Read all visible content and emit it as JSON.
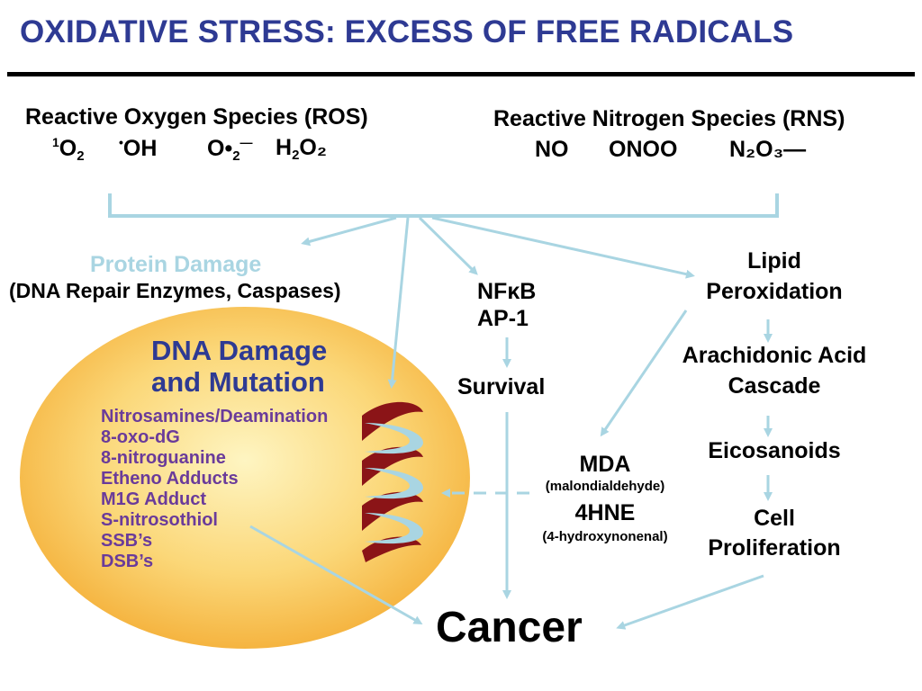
{
  "title": "OXIDATIVE STRESS: EXCESS OF FREE RADICALS",
  "ros": {
    "heading": "Reactive Oxygen Species (ROS)",
    "species": [
      {
        "sup": "1",
        "base": "O",
        "sub": "2",
        "tail": ""
      },
      {
        "sup": "•",
        "base": "OH",
        "sub": "",
        "tail": ""
      },
      {
        "sup": "",
        "base": "O•",
        "sub": "2",
        "tail": "—"
      },
      {
        "sup": "",
        "base": "H",
        "sub": "2",
        "tail": "O₂"
      }
    ]
  },
  "rns": {
    "heading": "Reactive Nitrogen Species (RNS)",
    "species": [
      "NO",
      "ONOO",
      "N₂O₃—"
    ]
  },
  "protein_damage": {
    "title": "Protein Damage",
    "subtitle": "(DNA Repair Enzymes, Caspases)"
  },
  "nfkb": {
    "line1": "NFκB",
    "line2": "AP-1"
  },
  "survival": "Survival",
  "lipid": {
    "line1": "Lipid",
    "line2": "Peroxidation"
  },
  "arachidonic": {
    "line1": "Arachidonic Acid",
    "line2": "Cascade"
  },
  "eicosanoids": "Eicosanoids",
  "cell_prolif": {
    "line1": "Cell",
    "line2": "Proliferation"
  },
  "mda": {
    "label": "MDA",
    "full": "(malondialdehyde)",
    "hne": "4HNE",
    "hne_full": "(4-hydroxynonenal)"
  },
  "dna": {
    "heading1": "DNA Damage",
    "heading2": "and Mutation",
    "items": [
      "Nitrosamines/Deamination",
      "8-oxo-dG",
      "8-nitroguanine",
      "Etheno Adducts",
      "M1G Adduct",
      "S-nitrosothiol",
      "SSB’s",
      "DSB’s"
    ]
  },
  "cancer": "Cancer",
  "colors": {
    "title": "#2e3a93",
    "arrow": "#a9d5e2",
    "ellipse_center": "#fef3b4",
    "ellipse_edge": "#f6bb4a",
    "dna_heading": "#2e3a93",
    "dna_list": "#6a3b9a",
    "helix_red": "#8b1417",
    "helix_blue": "#a9d5e2"
  }
}
